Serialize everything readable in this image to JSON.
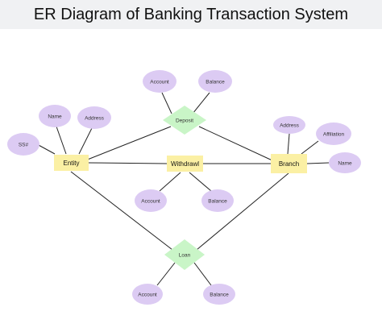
{
  "title": "ER Diagram of Banking Transaction System",
  "colors": {
    "entity_fill": "#fbf0a4",
    "relationship_fill": "#c9f5c7",
    "attribute_fill": "#dccbf3",
    "line": "#222222"
  },
  "entities": {
    "entity": "Entity",
    "withdrawl": "Withdrawl",
    "branch": "Branch"
  },
  "relationships": {
    "deposit": "Deposit",
    "loan": "Loan"
  },
  "attributes": {
    "deposit_account": "Account",
    "deposit_balance": "Balance",
    "entity_name": "Name",
    "entity_address": "Address",
    "entity_ssn": "SS#",
    "branch_address": "Address",
    "branch_affiliation": "Affiliation",
    "branch_name": "Name",
    "withdrawl_account": "Account",
    "withdrawl_balance": "Balance",
    "loan_account": "Account",
    "loan_balance": "Balance"
  }
}
